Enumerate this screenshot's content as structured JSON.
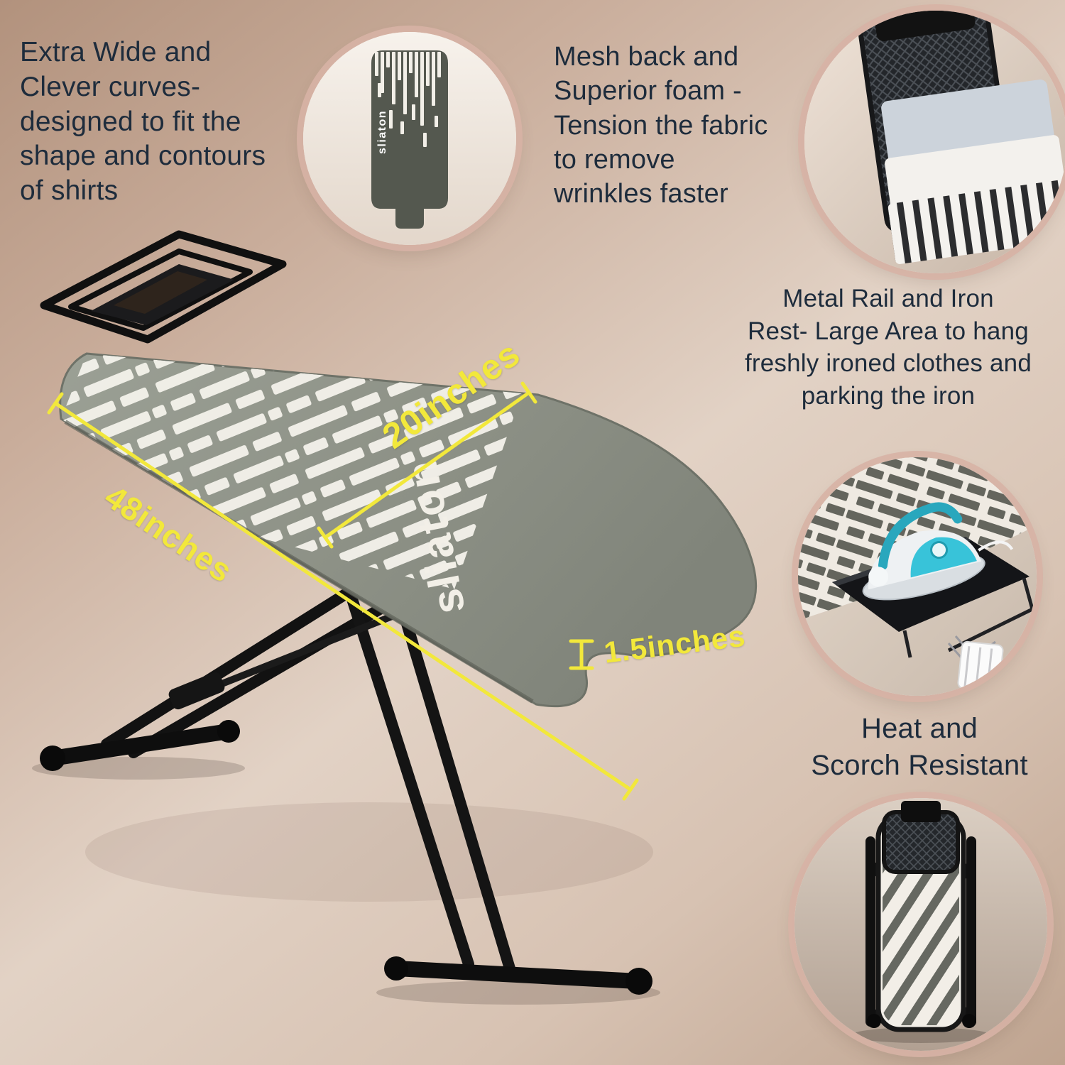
{
  "brand": "sliaton",
  "callouts": {
    "extra_wide": "Extra Wide and\nClever curves-\ndesigned to fit the\nshape and contours\nof shirts",
    "mesh_back": "Mesh back and\nSuperior foam -\nTension the fabric\nto remove\nwrinkles faster",
    "metal_rail": "Metal Rail and Iron\nRest- Large Area to hang\nfreshly ironed clothes and\nparking the iron",
    "heat": "Heat and\nScorch Resistant"
  },
  "dimensions": {
    "length": "48inches",
    "width": "20inches",
    "thickness": "1.5inches"
  },
  "colors": {
    "accent_yellow": "#f2e83b",
    "text_navy": "#1e2c3c",
    "board_gray": "#8b8f84",
    "frame_black": "#131313",
    "ring_rose": "#d7b3a5"
  }
}
